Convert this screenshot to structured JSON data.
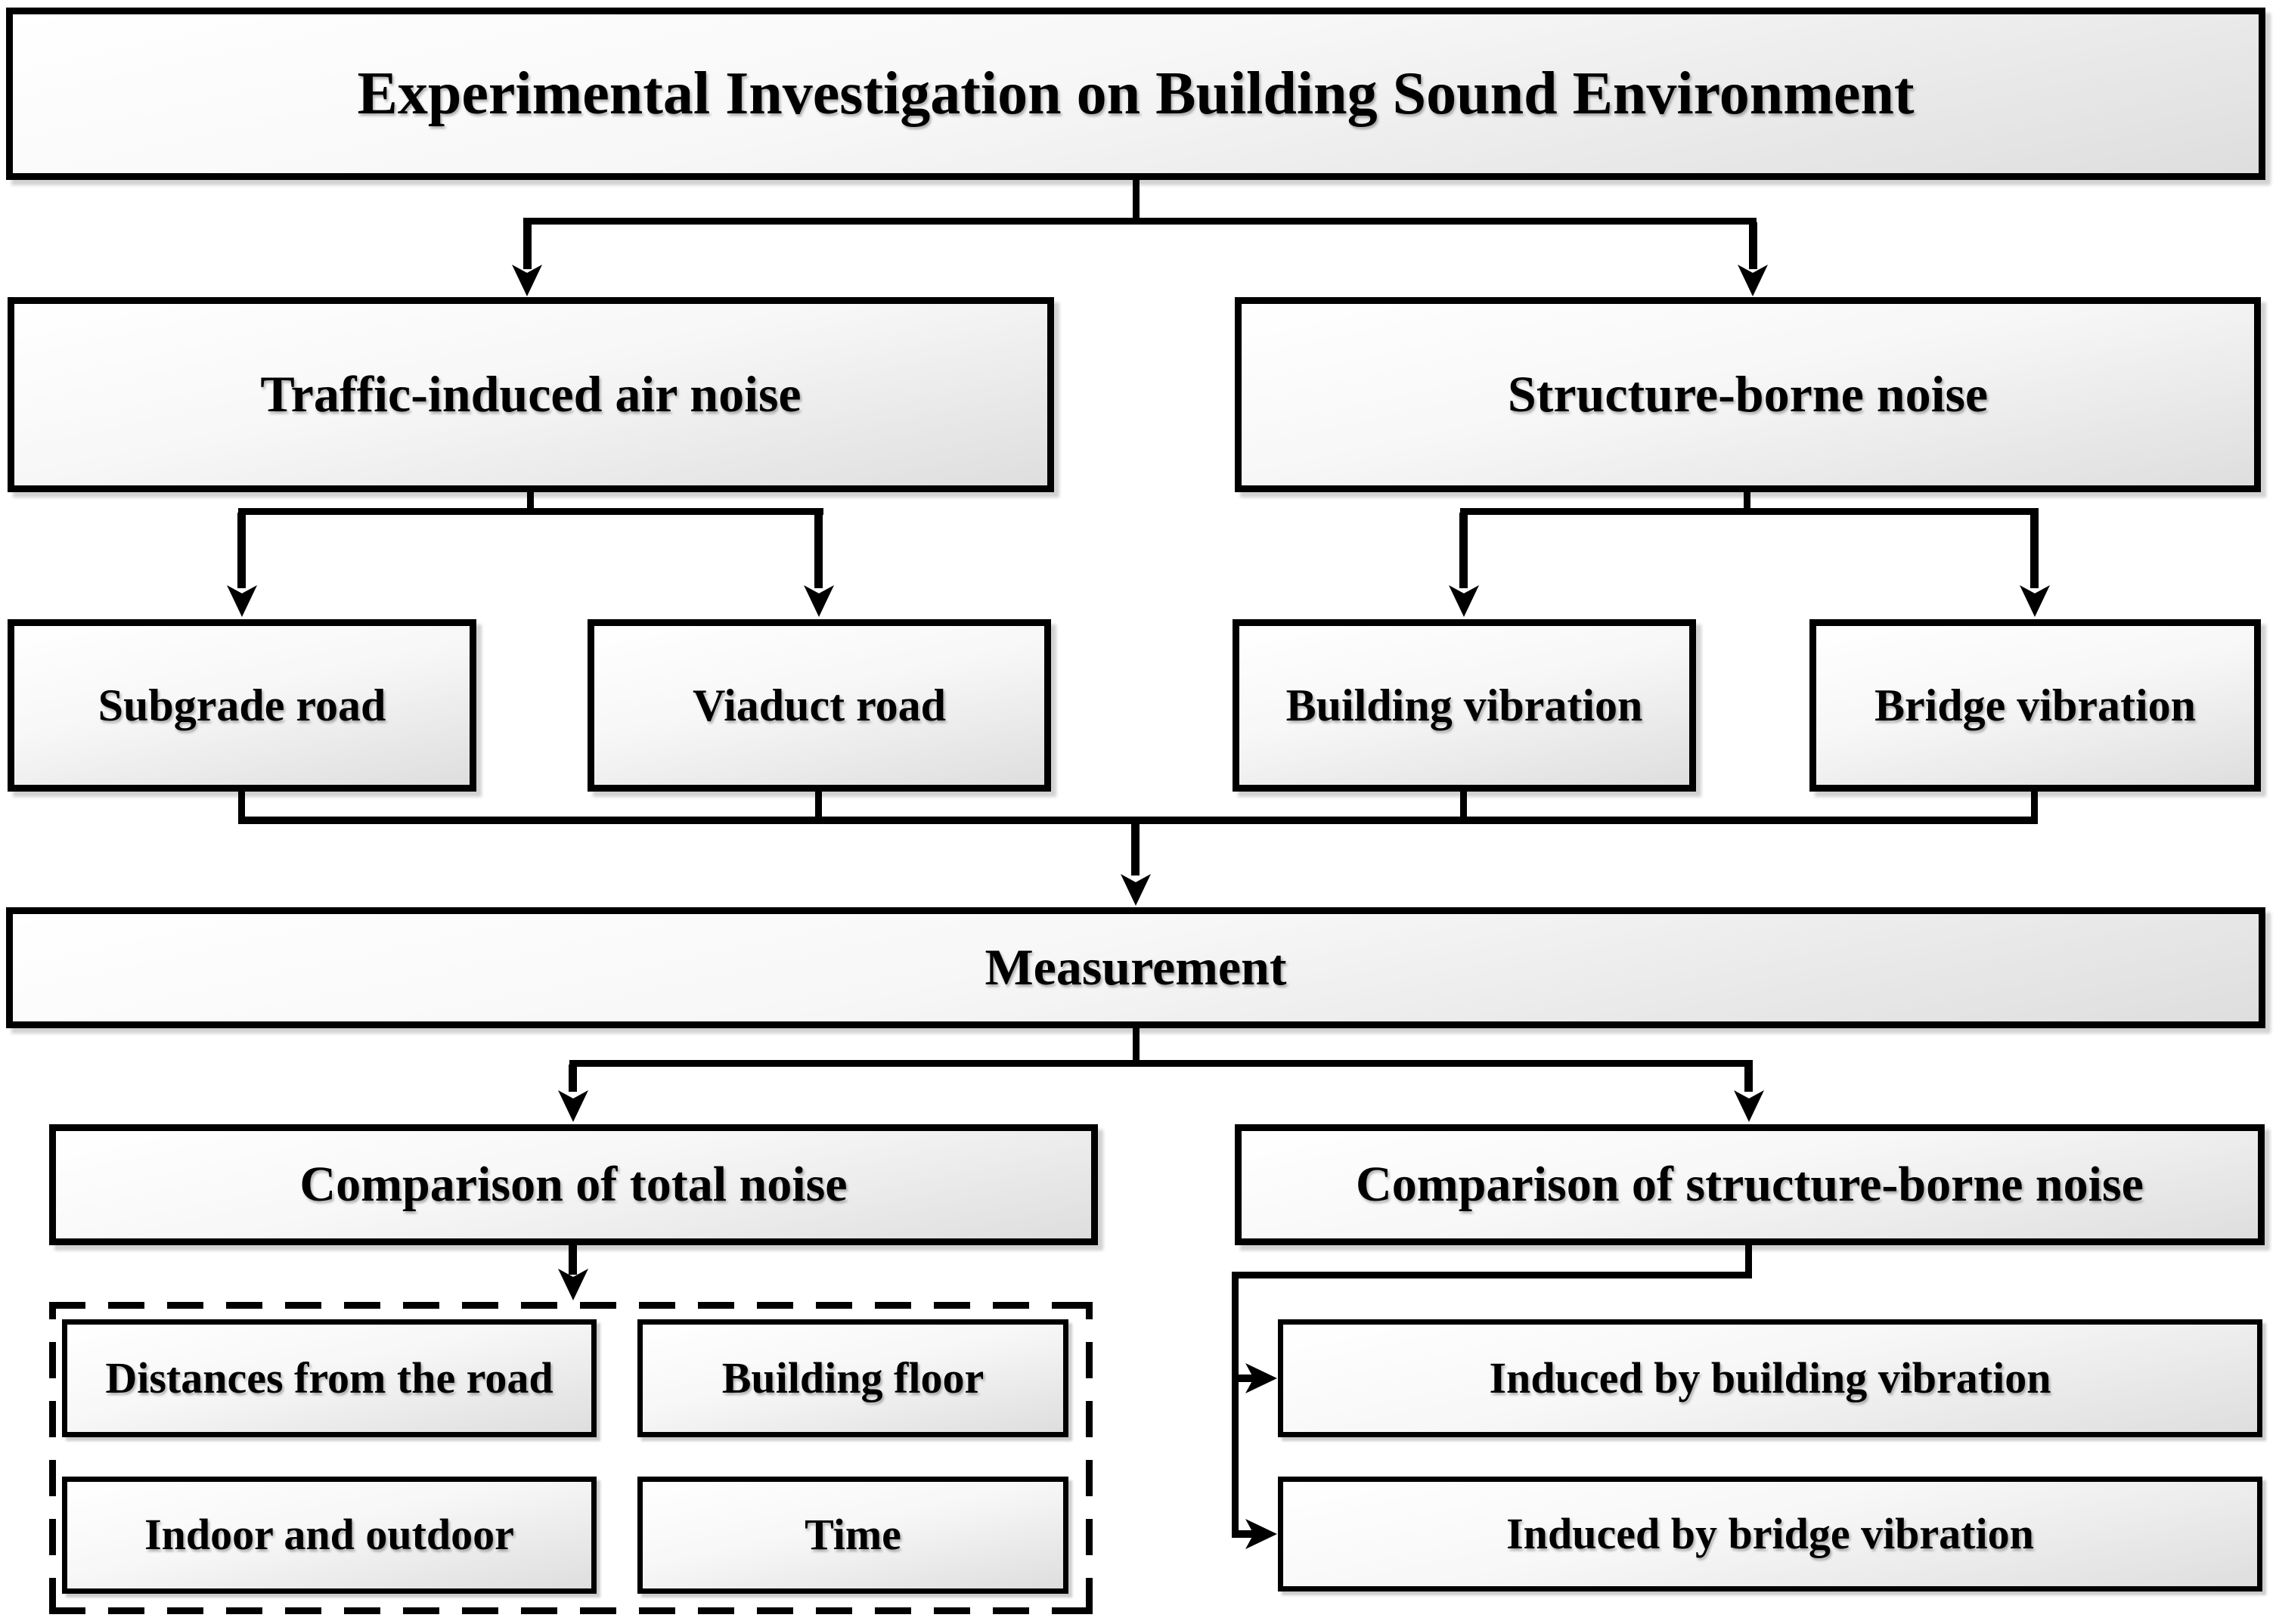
{
  "nodes": {
    "root": "Experimental Investigation on Building Sound Environment",
    "traffic": "Traffic-induced air noise",
    "structure": "Structure-borne noise",
    "subgrade": "Subgrade road",
    "viaduct": "Viaduct road",
    "building_vibration": "Building vibration",
    "bridge_vibration": "Bridge vibration",
    "measurement": "Measurement",
    "comparison_total": "Comparison of total noise",
    "comparison_structure": "Comparison of structure-borne noise",
    "factor_distances": "Distances from the road",
    "factor_floor": "Building floor",
    "factor_indoor": "Indoor and outdoor",
    "factor_time": "Time",
    "induced_building": "Induced by building vibration",
    "induced_bridge": "Induced by bridge vibration"
  },
  "colors": {
    "box_border": "#000000",
    "box_fill_top": "#ffffff",
    "box_fill_bottom": "#dedede",
    "connector_line": "#000000",
    "background": "#ffffff"
  }
}
